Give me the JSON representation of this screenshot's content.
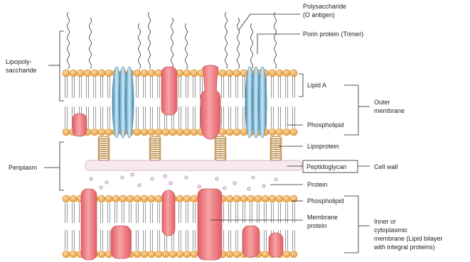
{
  "labels": {
    "polysaccharide": "Polysaccharide",
    "o_antigen": "(O antigen)",
    "porin": "Porin protein (Trimer)",
    "lipopoly_1": "Lipopoly-",
    "lipopoly_2": "saccharide",
    "lipid_a": "Lipid A",
    "phospholipid_outer": "Phospholipid",
    "outer_1": "Outer",
    "outer_2": "membrane",
    "lipoprotein": "Lipoprotein",
    "periplasm": "Periplasm",
    "peptidoglycan": "Peptidoglycan",
    "cell_wall": "Cell wall",
    "protein": "Protein",
    "phospholipid_inner": "Phospholipid",
    "membrane_1": "Membrane",
    "membrane_2": "protein",
    "inner_1": "Inner or",
    "inner_2": "cytoplasmic",
    "inner_3": "membrane (Lipid bilayer",
    "inner_4": "with integral proteins)"
  },
  "colors": {
    "head": "#f2b25c",
    "head_stroke": "#c98a2e",
    "tail": "#6b6b6b",
    "protein": "#f08a8e",
    "protein_stroke": "#c8585e",
    "porin": "#8ec9e6",
    "porin_stroke": "#3d86ad",
    "lipoprotein": "#b07a2a",
    "peptidoglycan": "#f7e9ee",
    "dots": "#b070b8"
  }
}
